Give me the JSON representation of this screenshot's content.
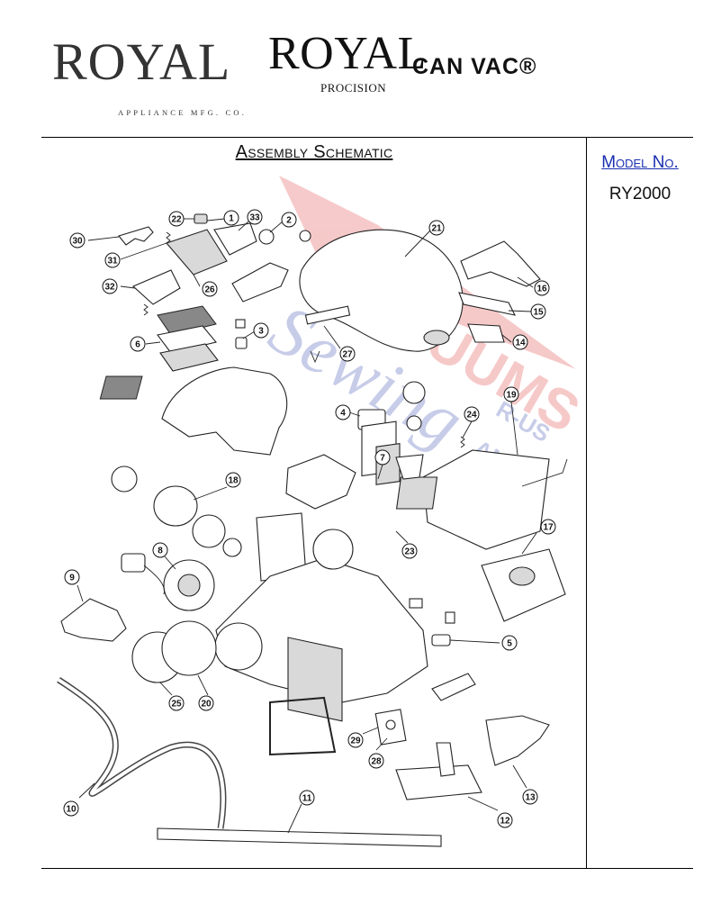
{
  "header": {
    "logo_left_word": "ROYAL",
    "logo_left_sub": "APPLIANCE MFG. CO.",
    "logo_center_word": "ROYAL",
    "logo_center_sub": "PROCISION",
    "product": "CAN VAC®"
  },
  "section_title": "Assembly Schematic",
  "model": {
    "label": "Model No.",
    "value": "RY2000"
  },
  "watermark": {
    "line1": "VACUUMS",
    "line2": "R-US",
    "line3": "AND",
    "line4": "Sewing"
  },
  "colors": {
    "model_label": "#1a2fb0",
    "watermark_red": "#e04040",
    "watermark_blue": "#3a4db0"
  },
  "callouts": [
    "30",
    "22",
    "1",
    "33",
    "2",
    "21",
    "31",
    "32",
    "26",
    "16",
    "15",
    "3",
    "6",
    "14",
    "27",
    "19",
    "24",
    "4",
    "7",
    "18",
    "17",
    "23",
    "8",
    "9",
    "5",
    "25",
    "20",
    "29",
    "28",
    "13",
    "10",
    "11",
    "12"
  ]
}
